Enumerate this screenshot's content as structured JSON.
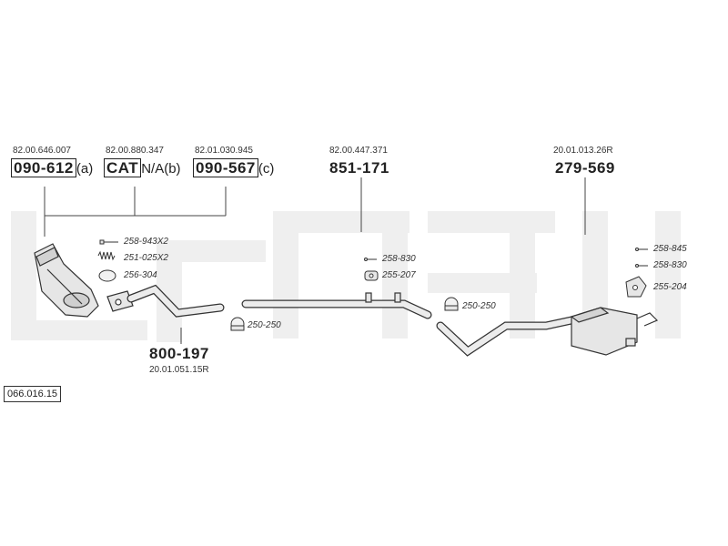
{
  "catalog_ref": "066.016.15",
  "parts": {
    "p1": {
      "oem": "82.00.646.007",
      "number": "090-612",
      "suffix": "(a)"
    },
    "p2": {
      "oem": "82.00.880.347",
      "number": "CAT",
      "suffix": "N/A(b)"
    },
    "p3": {
      "oem": "82.01.030.945",
      "number": "090-567",
      "suffix": "(c)"
    },
    "p4": {
      "oem": "82.00.447.371",
      "number": "851-171"
    },
    "p5": {
      "oem": "20.01.013.26R",
      "number": "279-569"
    },
    "p6": {
      "oem": "20.01.051.15R",
      "number": "800-197"
    }
  },
  "accessories": {
    "a1": "258-943X2",
    "a2": "251-025X2",
    "a3": "256-304",
    "a4": "250-250",
    "a5": "258-830",
    "a6": "255-207",
    "a7": "250-250",
    "a8": "258-845",
    "a9": "258-830",
    "a10": "255-204"
  },
  "colors": {
    "line": "#333333",
    "watermark": "#ececec",
    "part_fill": "#e6e6e6"
  }
}
